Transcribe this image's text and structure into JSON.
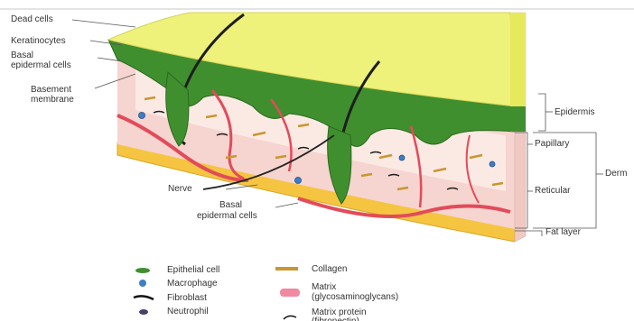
{
  "colors": {
    "epidermis_top": "#eef27a",
    "epidermis_green": "#3f8f2f",
    "dermis_pink": "#f6d4cf",
    "dermis_bg": "#fbe9e4",
    "vessel": "#e24b5a",
    "fat": "#f5c542",
    "collagen": "#c9962f",
    "hair": "#1e1e1e",
    "text": "#333333",
    "bracket": "#555555"
  },
  "left_labels": {
    "dead_cells": "Dead cells",
    "keratinocytes": "Keratinocytes",
    "basal_epidermal_cells_1": "Basal",
    "basal_epidermal_cells_2": "epidermal cells",
    "basement_membrane_1": "Basement",
    "basement_membrane_2": "membrane"
  },
  "bottom_labels": {
    "nerve": "Nerve",
    "basal_epidermal_cells_1": "Basal",
    "basal_epidermal_cells_2": "epidermal cells"
  },
  "right_labels": {
    "epidermis": "Epidermis",
    "papillary": "Papillary",
    "reticular": "Reticular",
    "dermis": "Derm",
    "fat_layer": "Fat layer"
  },
  "legend": {
    "epithelial_cell": "Epithelial cell",
    "macrophage": "Macrophage",
    "fibroblast": "Fibroblast",
    "neutrophil": "Neutrophil",
    "collagen": "Collagen",
    "matrix_1": "Matrix",
    "matrix_2": "(glycosaminoglycans)",
    "matrix_protein_1": "Matrix protein",
    "matrix_protein_2": "(fibronectin)"
  }
}
